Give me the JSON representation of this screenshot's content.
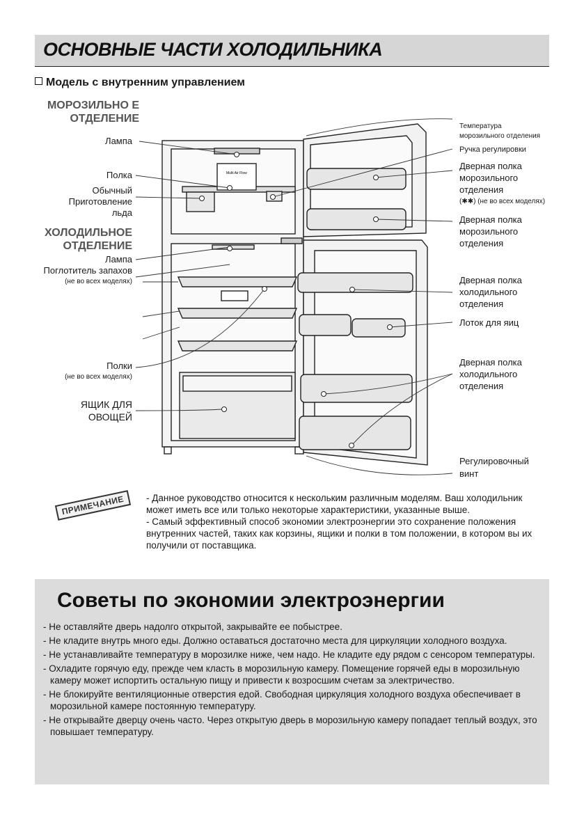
{
  "header": {
    "title": "ОСНОВНЫЕ ЧАСТИ ХОЛОДИЛЬНИКА",
    "subtitle": "Модель с внутренним управлением"
  },
  "left_labels": {
    "freezer_section": "МОРОЗИЛЬНО Е ОТДЕЛЕНИЕ",
    "lamp1": "Лампа",
    "shelf": "Полка",
    "ice1": "Обычный",
    "ice2": "Приготовление",
    "ice3": "льда",
    "fridge_section": "ХОЛОДИЛЬНОЕ ОТДЕЛЕНИЕ",
    "lamp2": "Лампа",
    "deodorizer": "Поглотитель запахов",
    "deodorizer_note": "(не во всех моделях)",
    "shelves": "Полки",
    "shelves_note": "(не во всех моделях)",
    "crisper1": "ЯЩИК ДЛЯ",
    "crisper2": "ОВОЩЕЙ"
  },
  "right_labels": {
    "freezer_temp1": "Температура",
    "freezer_temp2": "морозильного отделения",
    "control_knob": "Ручка регулировки",
    "freezer_door_bin1": "Дверная полка",
    "freezer_door_bin2": "морозильного",
    "freezer_door_bin3": "отделения",
    "freezer_door_note": "(✱✱) (не во всех моделях)",
    "freezer_door_bin_b1": "Дверная полка",
    "freezer_door_bin_b2": "морозильного",
    "freezer_door_bin_b3": "отделения",
    "fridge_door_bin1": "Дверная полка",
    "fridge_door_bin2": "холодильного",
    "fridge_door_bin3": "отделения",
    "egg_tray": "Лоток для яиц",
    "fridge_door_bin_b1": "Дверная полка",
    "fridge_door_bin_b2": "холодильного",
    "fridge_door_bin_b3": "отделения",
    "leveling1": "Регулировочный",
    "leveling2": "винт"
  },
  "diagram": {
    "panel_label": "Multi Air Flow"
  },
  "note": {
    "stamp": "ПРИМЕЧАНИЕ",
    "line1": "- Данное руководство относится к нескольким различным моделям. Ваш холодильник может иметь все или только некоторые характеристики, указанные выше.",
    "line2": "- Самый эффективный способ экономии электроэнергии это сохранение положения внутренних частей, таких как корзины, ящики и полки в том положении, в котором вы их получили от поставщика."
  },
  "tips": {
    "title": "Советы по экономии электроэнергии",
    "items": [
      "- Не оставляйте дверь надолго открытой, закрывайте ее побыстрее.",
      "- Не кладите внутрь много еды. Должно оставаться достаточно места для циркуляции холодного воздуха.",
      "- Не устанавливайте температуру в морозилке ниже, чем надо. Не кладите еду рядом с сенсором температуры.",
      "- Охладите горячую еду, прежде чем класть в морозильную камеру. Помещение горячей еды в морозильную камеру может испортить остальную пищу и привести к возросшим счетам за электричество.",
      "- Не блокируйте вентиляционные отверстия едой. Свободная циркуляция холодного воздуха обеспечивает в морозильной камере постоянную температуру.",
      "- Не открывайте дверцу очень часто. Через открытую дверь в морозильную камеру попадает теплый воздух, это повышает температуру."
    ]
  }
}
